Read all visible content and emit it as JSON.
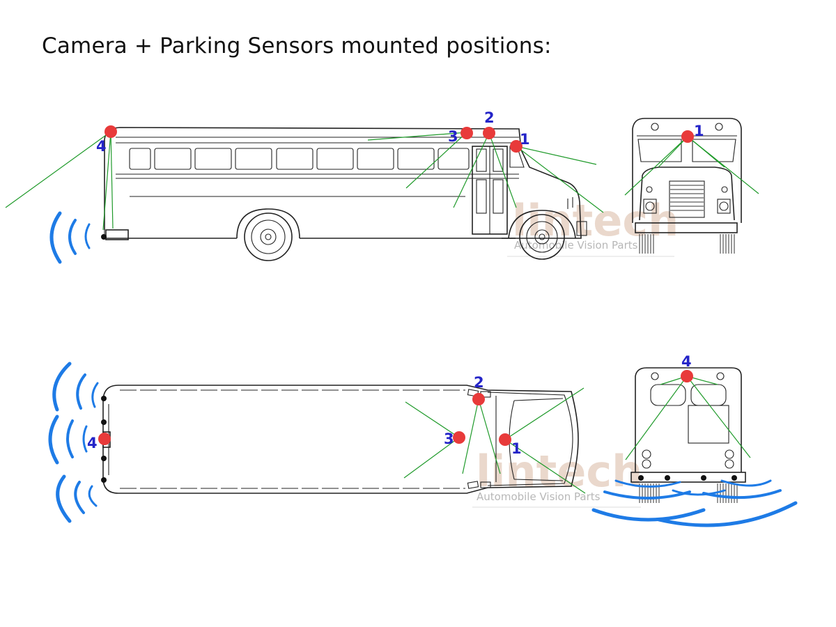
{
  "title": "Camera + Parking Sensors mounted positions:",
  "watermark": {
    "brand": "lintech",
    "tagline": "Automobile Vision Parts"
  },
  "side_view": {
    "labels": {
      "front_camera": "1",
      "mirror_camera": "2",
      "side_camera": "3",
      "rear_camera": "4"
    }
  },
  "front_view": {
    "labels": {
      "front_camera": "1"
    }
  },
  "top_view": {
    "labels": {
      "front_camera": "1",
      "mirror_camera": "2",
      "side_camera": "3",
      "rear_camera": "4"
    }
  },
  "rear_view": {
    "labels": {
      "rear_camera": "4"
    }
  },
  "colors": {
    "marker": "#e83a3a",
    "label": "#2424c8",
    "fov_line": "#1f9a2a",
    "sensor_wave": "#1e7be6"
  }
}
